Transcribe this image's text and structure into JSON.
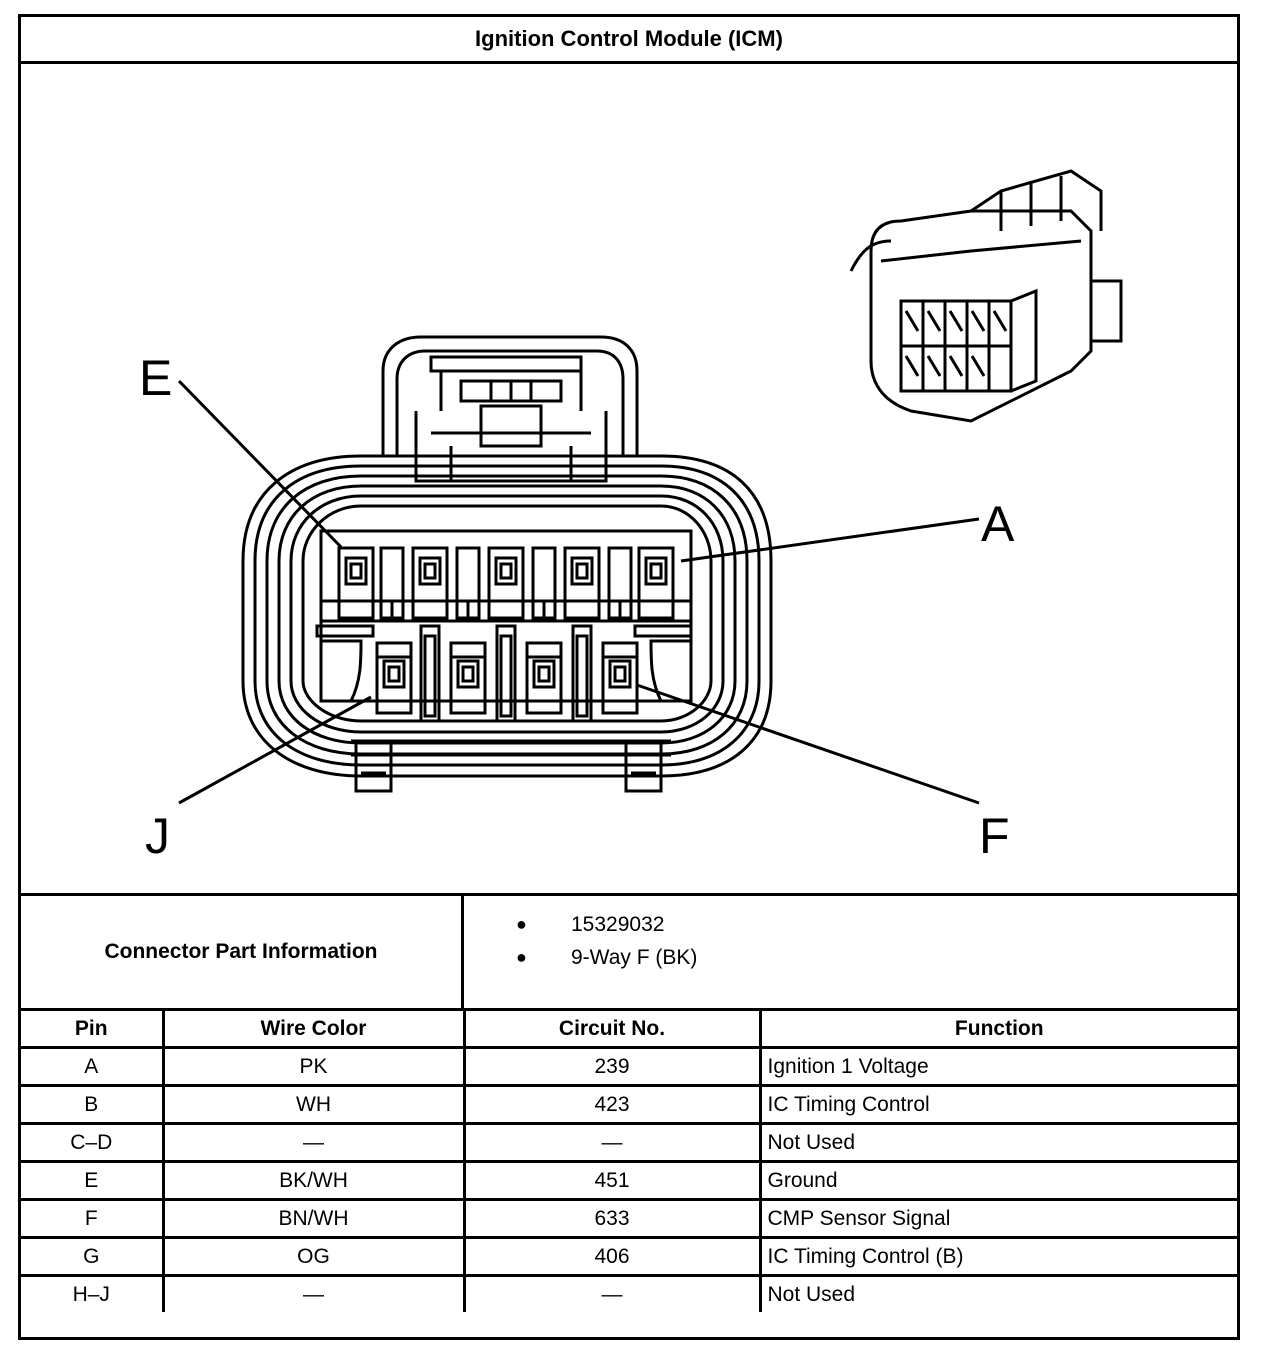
{
  "title": "Ignition Control Module (ICM)",
  "diagram": {
    "labels": {
      "e": "E",
      "a": "A",
      "j": "J",
      "f": "F"
    }
  },
  "part_info": {
    "label": "Connector Part Information",
    "items": [
      "15329032",
      "9-Way F (BK)"
    ]
  },
  "table": {
    "headers": [
      "Pin",
      "Wire Color",
      "Circuit No.",
      "Function"
    ],
    "rows": [
      [
        "A",
        "PK",
        "239",
        "Ignition 1 Voltage"
      ],
      [
        "B",
        "WH",
        "423",
        "IC Timing Control"
      ],
      [
        "C–D",
        "—",
        "—",
        "Not Used"
      ],
      [
        "E",
        "BK/WH",
        "451",
        "Ground"
      ],
      [
        "F",
        "BN/WH",
        "633",
        "CMP Sensor Signal"
      ],
      [
        "G",
        "OG",
        "406",
        "IC Timing Control (B)"
      ],
      [
        "H–J",
        "—",
        "—",
        "Not Used"
      ]
    ]
  }
}
